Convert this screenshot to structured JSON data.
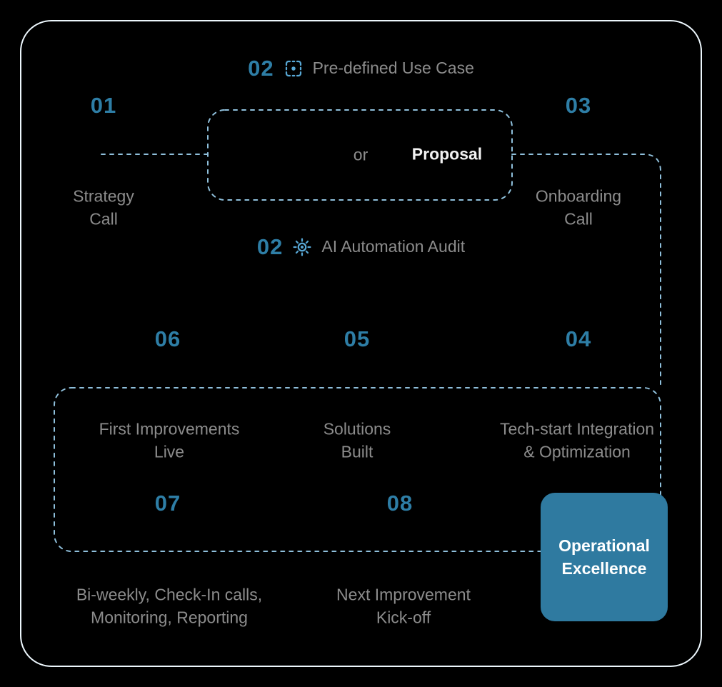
{
  "colors": {
    "background": "#000000",
    "frame": "#EDF7FD",
    "accent": "#2E7EA6",
    "muted": "#8C8C8C",
    "dash": "#8FC0DC",
    "icon": "#58A8D6",
    "box_fill": "#2F7AA0",
    "box_text": "#FFFFFF",
    "proposal_text": "#F2F2F2"
  },
  "steps": {
    "use_case": {
      "number": "02",
      "label": "Pre-defined Use Case"
    },
    "audit": {
      "number": "02",
      "label": "AI Automation Audit"
    },
    "step01": {
      "number": "01",
      "line1": "Strategy",
      "line2": "Call"
    },
    "step03": {
      "number": "03",
      "line1": "Onboarding",
      "line2": "Call"
    },
    "step04": {
      "number": "04",
      "line1": "Tech-start Integration",
      "line2": "& Optimization"
    },
    "step05": {
      "number": "05",
      "line1": "Solutions",
      "line2": "Built"
    },
    "step06": {
      "number": "06",
      "line1": "First Improvements",
      "line2": "Live"
    },
    "step07": {
      "number": "07",
      "line1": "Bi-weekly, Check-In calls,",
      "line2": "Monitoring, Reporting"
    },
    "step08": {
      "number": "08",
      "line1": "Next Improvement",
      "line2": "Kick-off"
    }
  },
  "proposal_box": {
    "or_label": "or",
    "proposal_label": "Proposal"
  },
  "outcome": {
    "line1": "Operational",
    "line2": "Excellence"
  }
}
